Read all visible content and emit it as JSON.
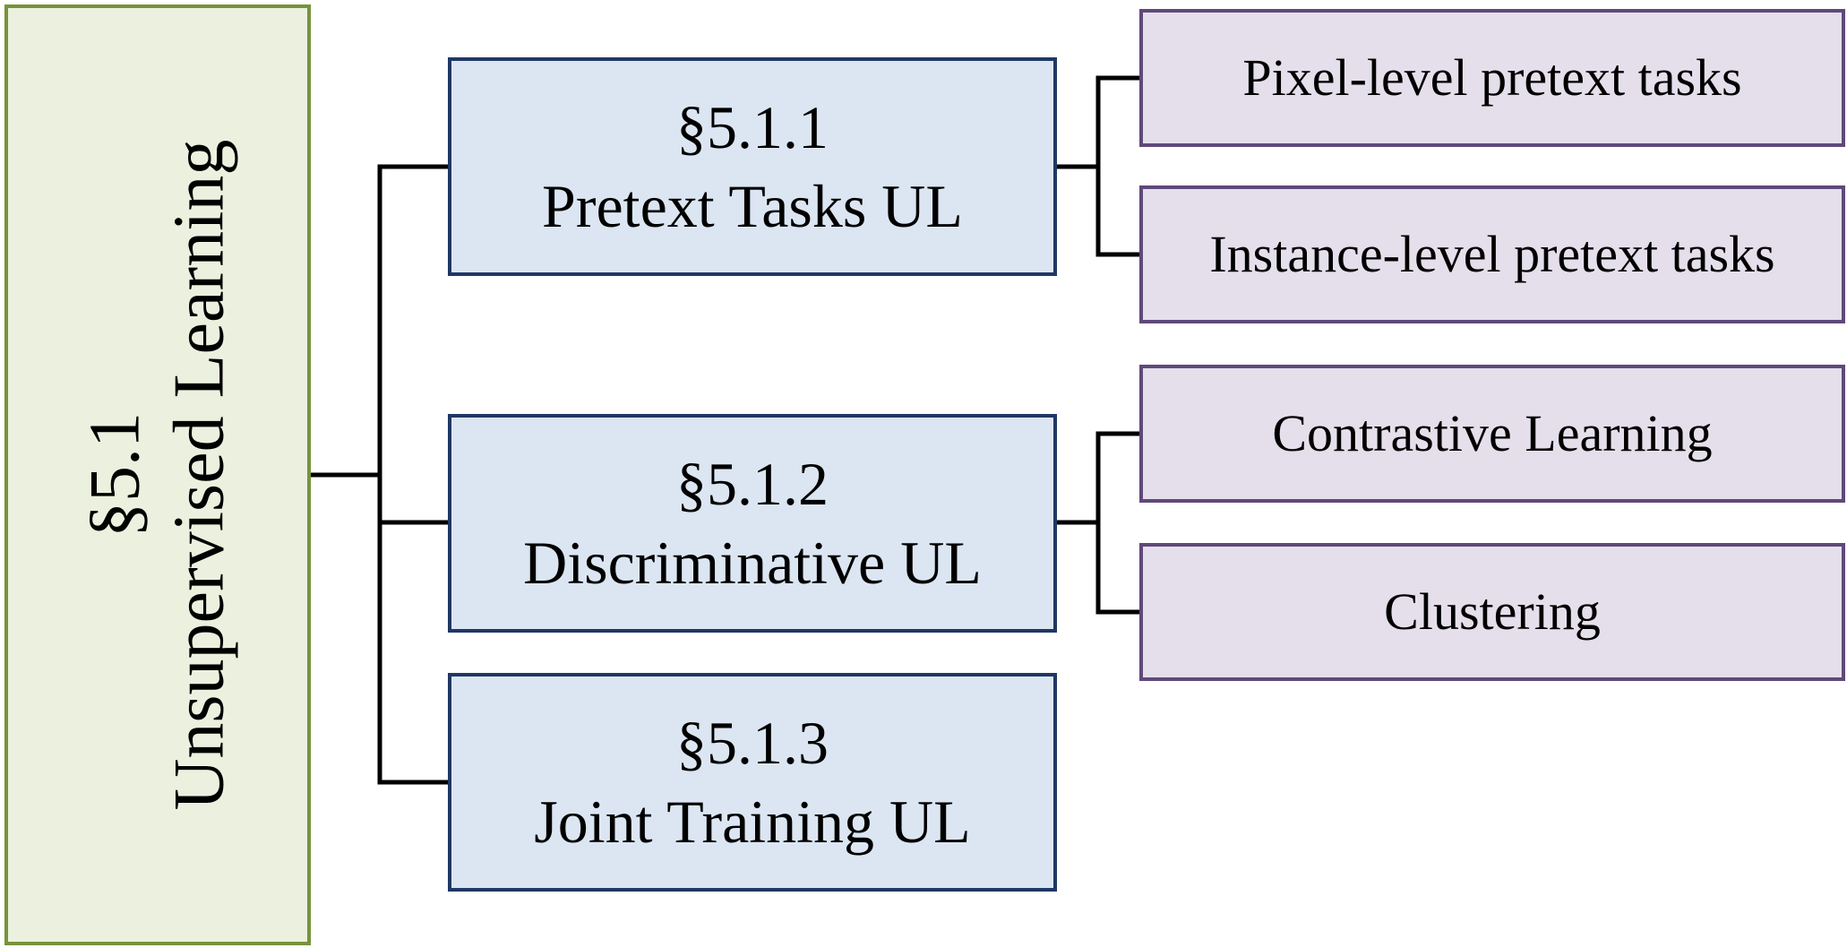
{
  "root": {
    "section": "§5.1",
    "title": "Unsupervised Learning"
  },
  "branches": [
    {
      "section": "§5.1.1",
      "title": "Pretext Tasks UL",
      "children": [
        "Pixel-level pretext tasks",
        "Instance-level pretext tasks"
      ]
    },
    {
      "section": "§5.1.2",
      "title": "Discriminative UL",
      "children": [
        "Contrastive Learning",
        "Clustering"
      ]
    },
    {
      "section": "§5.1.3",
      "title": "Joint Training UL",
      "children": []
    }
  ],
  "colors": {
    "root_fill": "#ebf1de",
    "root_border": "#77933c",
    "branch_fill": "#dce6f2",
    "branch_border": "#1f3864",
    "leaf_fill": "#e5dfec",
    "leaf_border": "#5f497a",
    "connector": "#000000"
  }
}
